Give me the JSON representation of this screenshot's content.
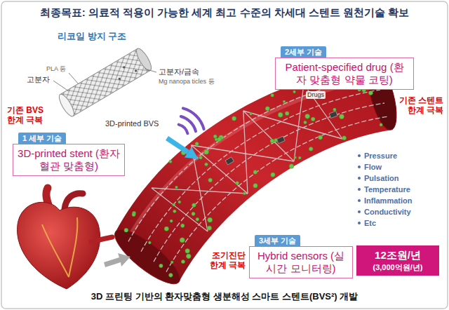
{
  "diagram": {
    "title": "최종목표: 의료적 적용이 가능한 세계 최고 수준의 차세대 스텐트 원천기술 확보",
    "caption": "3D 프린팅 기반의 환자맞춤형 생분해성 스마트 스텐트(BVS²) 개발",
    "nodes": [
      {
        "text": [
          "1 세부 기술",
          "3D-printed stent (환자 혈관 맞춤형)"
        ]
      },
      {
        "text": [
          "2세부 기술",
          "Patient-specified drug (환자 맞춤형 약물 코팅)"
        ]
      },
      {
        "text": [
          "3세부 기술",
          "Hybrid sensors (실시간 모니터링)"
        ]
      },
      {
        "text": [
          "12조원/년",
          "(3,000억원/년)"
        ]
      }
    ],
    "labels": [
      "리코일 방지 구조",
      "PLA 등",
      "고분자",
      "고분자/금속",
      "Mg nanopa ticles 등",
      "3D-printed BVS",
      "기존 BVS 한계 극복",
      "Drugs",
      "기존 스텐트 한계 극복",
      "조기진단 한계 극복",
      "Pressure",
      "Flow",
      "Pulsation",
      "Temperature",
      "Inflammation",
      "Conductivity",
      "Etc"
    ]
  }
}
